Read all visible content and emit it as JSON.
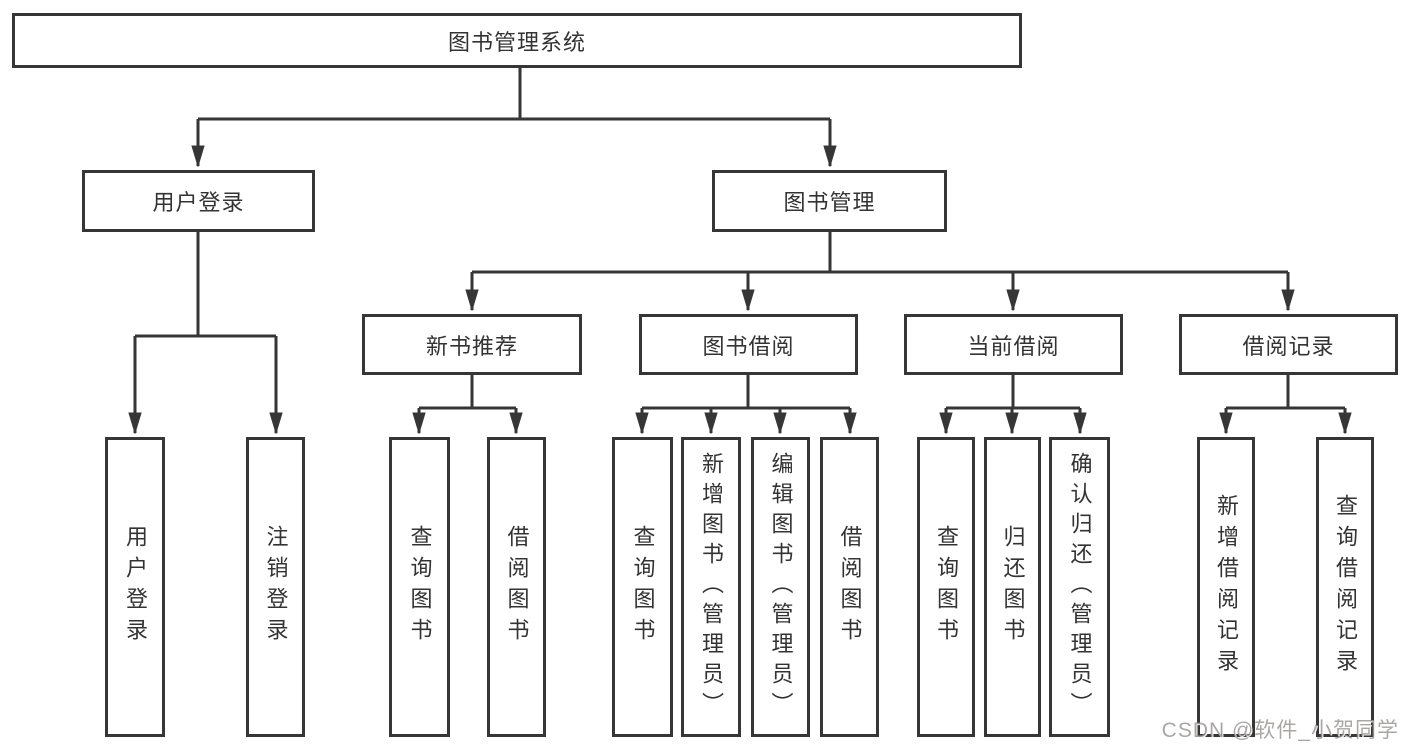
{
  "diagram_type": "hierarchy-tree",
  "tree": {
    "label": "图书管理系统",
    "children": [
      {
        "label": "用户登录",
        "children": [
          {
            "label": "用户登录"
          },
          {
            "label": "注销登录"
          }
        ]
      },
      {
        "label": "图书管理",
        "children": [
          {
            "label": "新书推荐",
            "children": [
              {
                "label": "查询图书"
              },
              {
                "label": "借阅图书"
              }
            ]
          },
          {
            "label": "图书借阅",
            "children": [
              {
                "label": "查询图书"
              },
              {
                "label": "新增图书（管理员）"
              },
              {
                "label": "编辑图书（管理员）"
              },
              {
                "label": "借阅图书"
              }
            ]
          },
          {
            "label": "当前借阅",
            "children": [
              {
                "label": "查询图书"
              },
              {
                "label": "归还图书"
              },
              {
                "label": "确认归还（管理员）"
              }
            ]
          },
          {
            "label": "借阅记录",
            "children": [
              {
                "label": "新增借阅记录"
              },
              {
                "label": "查询借阅记录"
              }
            ]
          }
        ]
      }
    ]
  },
  "watermark": {
    "text": "CSDN @软件_小贺同学"
  },
  "colors": {
    "line": "#363636",
    "box_border": "#363636",
    "text": "#333333",
    "watermark": "#969090",
    "background": "#ffffff"
  }
}
